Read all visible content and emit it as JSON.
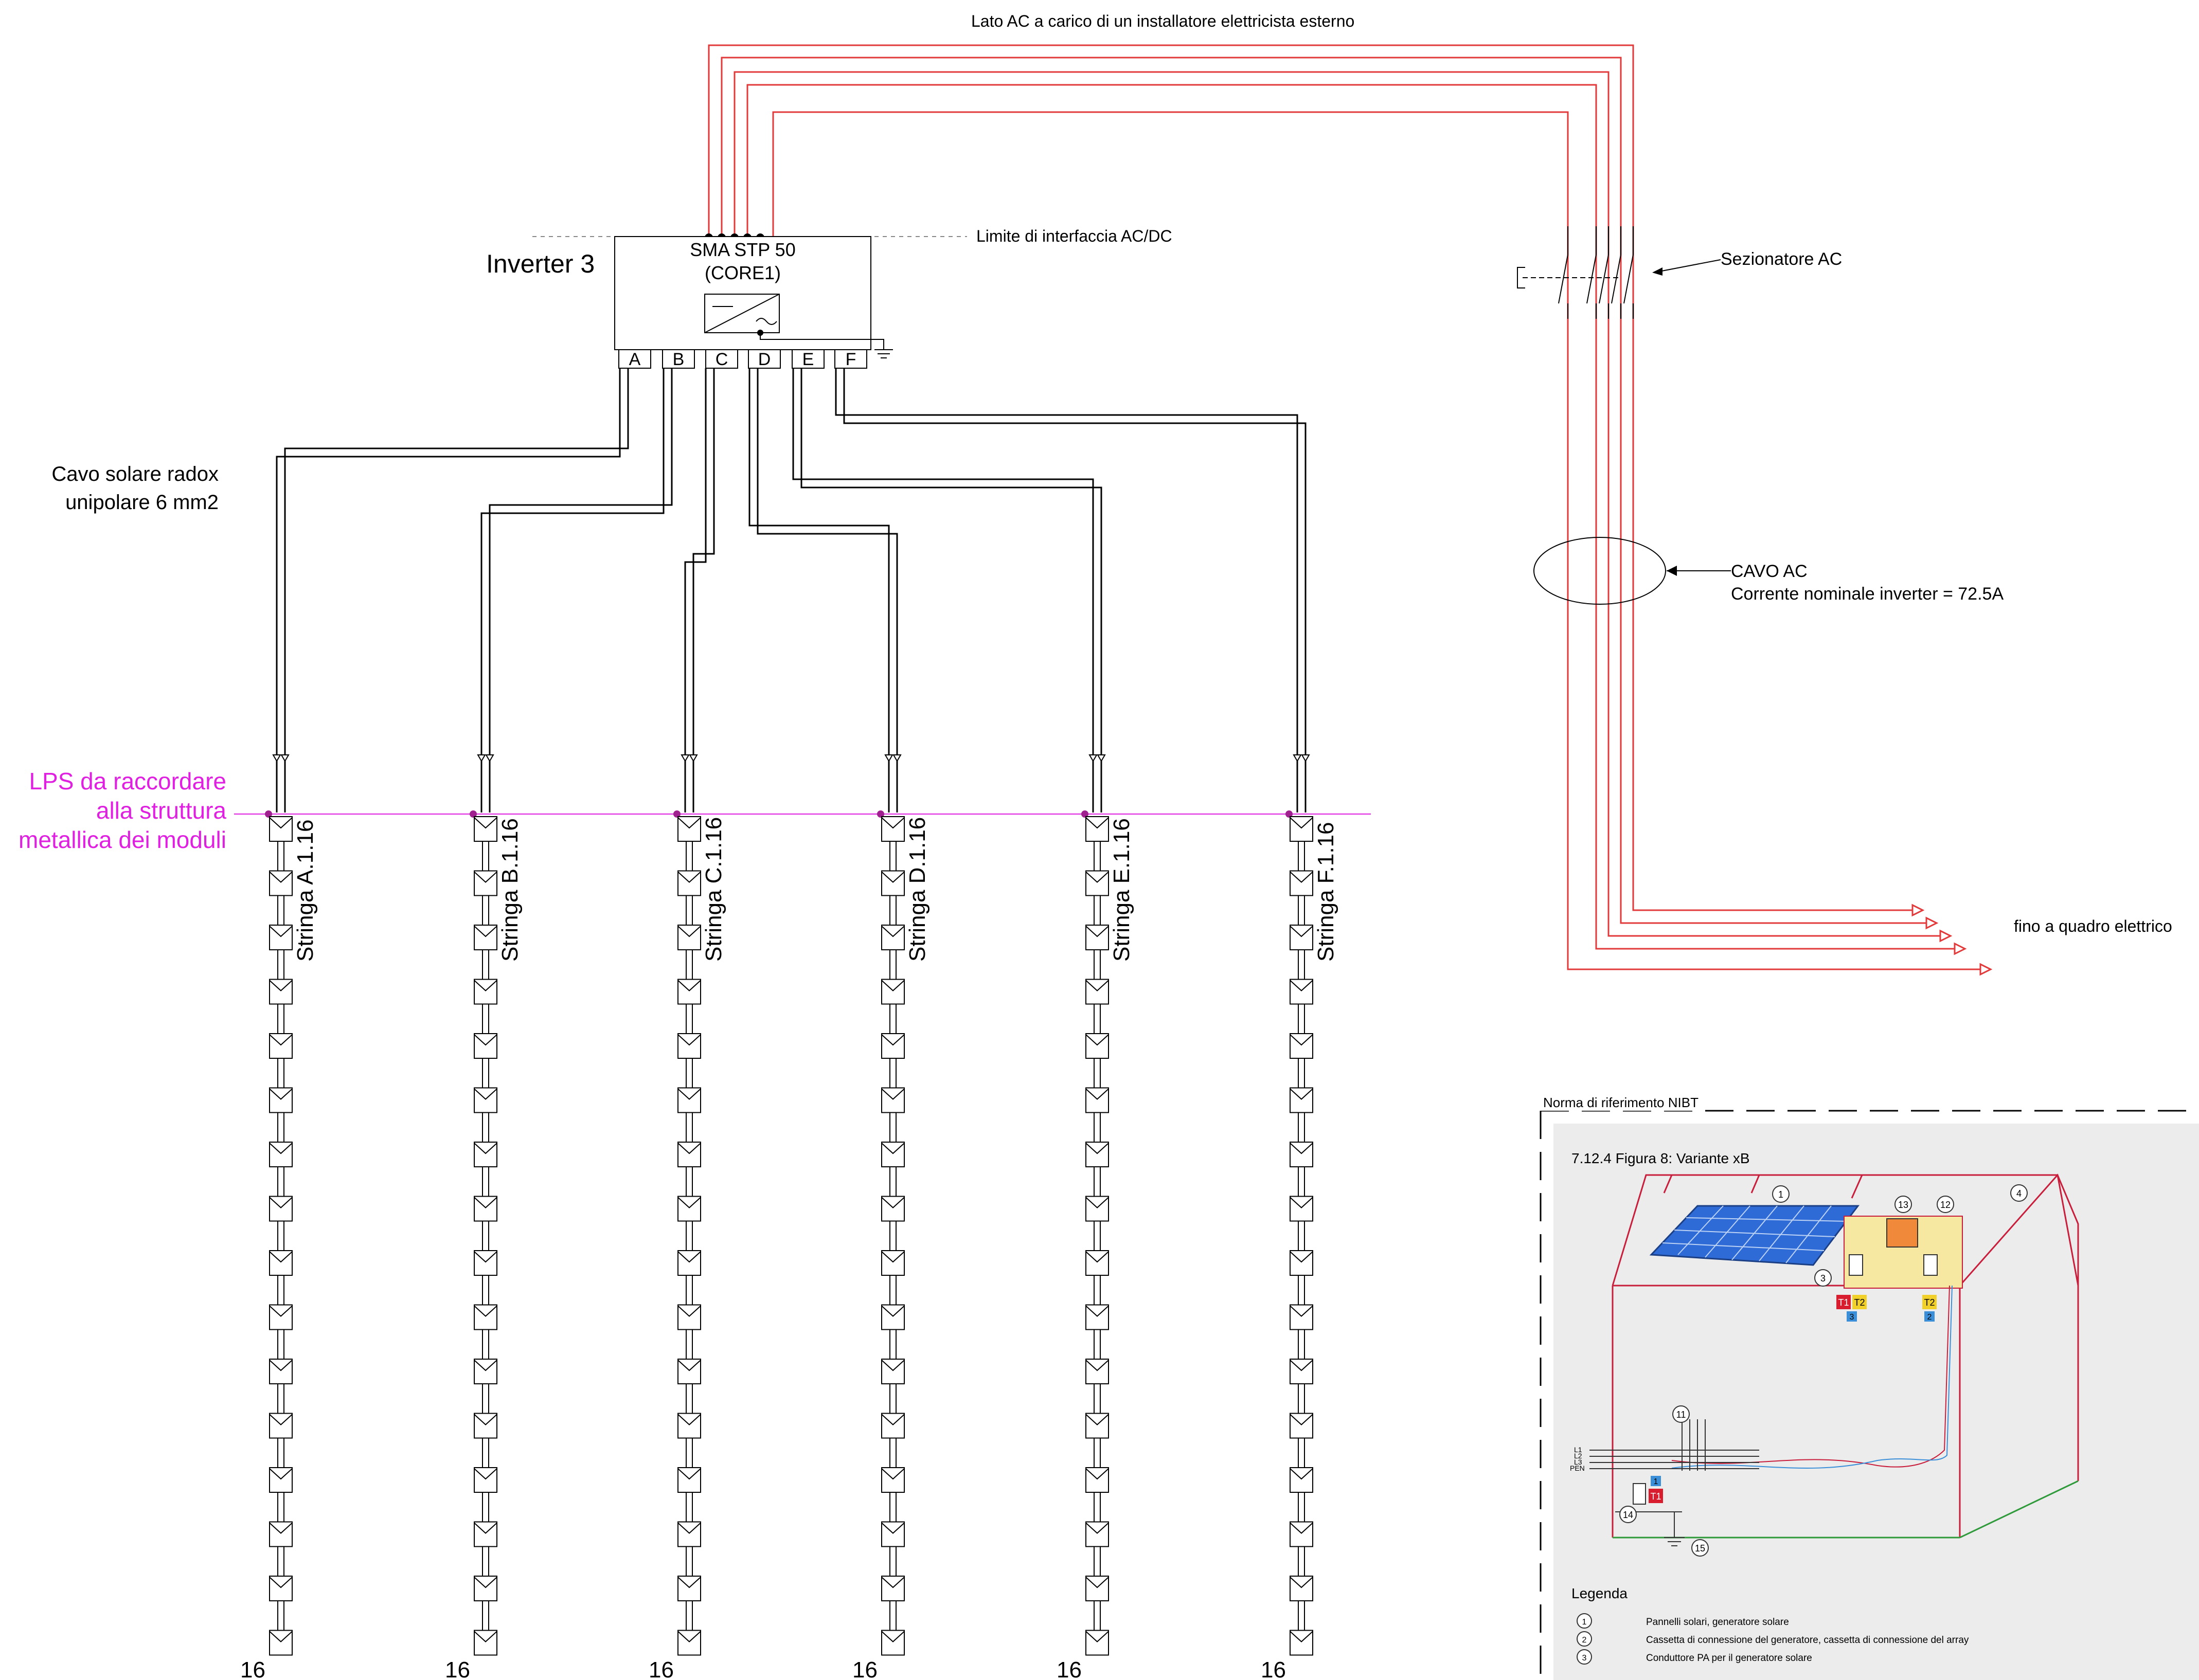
{
  "ac_side_note": "Lato AC a carico di un installatore elettricista esterno",
  "interface_limit": "Limite di interfaccia AC/DC",
  "inverter": {
    "label": "Inverter 3",
    "model": "SMA STP 50",
    "variant": "(CORE1)",
    "inputs": [
      "A",
      "B",
      "C",
      "D",
      "E",
      "F"
    ]
  },
  "disconnector": "Sezionatore AC",
  "ac_cable": {
    "label": "CAVO AC",
    "current": "Corrente nominale inverter = 72.5A"
  },
  "destination": "fino a quadro elettrico",
  "dc_cable": {
    "line1": "Cavo solare radox",
    "line2": "unipolare  6 mm2"
  },
  "lps": {
    "line1": "LPS da raccordare",
    "line2": "alla struttura",
    "line3": "metallica dei moduli",
    "color": "#e020e0"
  },
  "strings": [
    {
      "name": "Stringa A.1.16",
      "count": "16"
    },
    {
      "name": "Stringa B.1.16",
      "count": "16"
    },
    {
      "name": "Stringa C.1.16",
      "count": "16"
    },
    {
      "name": "Stringa D.1.16",
      "count": "16"
    },
    {
      "name": "Stringa E.1.16",
      "count": "16"
    },
    {
      "name": "Stringa F.1.16",
      "count": "16"
    }
  ],
  "modules_per_string": 16,
  "reference": {
    "header": "Norma di riferimento NIBT",
    "figure_title": "7.12.4 Figura 8: Variante xB",
    "callouts": [
      "1",
      "2",
      "3",
      "4",
      "11",
      "12",
      "13",
      "14",
      "15"
    ],
    "spd_labels": [
      "T1",
      "T2",
      "T2",
      "T1",
      "1",
      "2",
      "3"
    ],
    "phase_labels": [
      "L1",
      "L2",
      "L3",
      "PEN"
    ],
    "legend_title": "Legenda",
    "legend": [
      {
        "num": "1",
        "text": "Pannelli solari, generatore solare"
      },
      {
        "num": "2",
        "text": "Cassetta di connessione del generatore, cassetta di connessione del array"
      },
      {
        "num": "3",
        "text": "Conduttore PA per il generatore solare"
      }
    ]
  },
  "colors": {
    "ac_wire": "#e23a3a",
    "dc_wire": "#000000",
    "panel": "#2f6bd6",
    "roof": "#c81e3c",
    "ground": "#2e9a3a",
    "inset_bg": "#ececec"
  }
}
